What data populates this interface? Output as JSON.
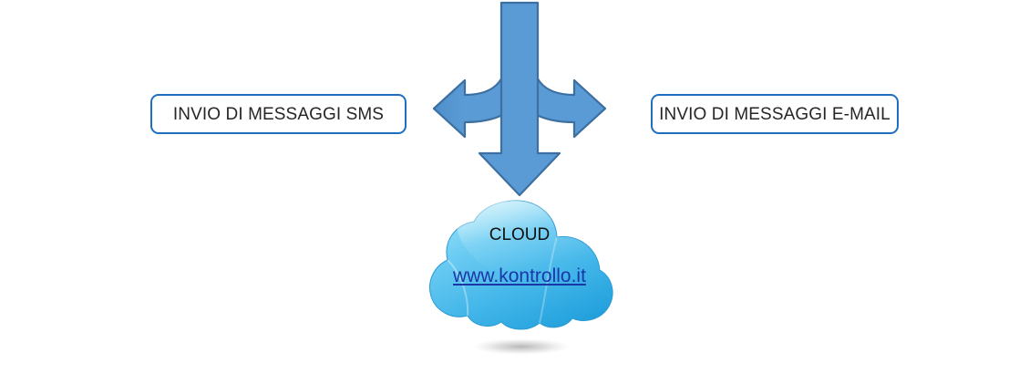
{
  "diagram": {
    "background_color": "#FFFFFF",
    "nodes": {
      "sms_box": {
        "label": "INVIO DI MESSAGGI SMS",
        "border_color": "#1F6FC0",
        "fill_color": "#FFFFFF",
        "text_color": "#262626"
      },
      "email_box": {
        "label": "INVIO DI MESSAGGI E-MAIL",
        "border_color": "#1F6FC0",
        "fill_color": "#FFFFFF",
        "text_color": "#262626"
      },
      "cloud": {
        "title": "CLOUD",
        "link": "www.kontrollo.it",
        "fill_top_color": "#8CDCF7",
        "fill_bottom_color": "#2FA7E0",
        "title_color": "#101010",
        "link_color": "#1A37A8"
      }
    },
    "connector": {
      "name": "split-arrow",
      "direction": "three-way down-left-right",
      "fill_color": "#5B9BD5",
      "stroke_color": "#3D6FA0"
    }
  }
}
